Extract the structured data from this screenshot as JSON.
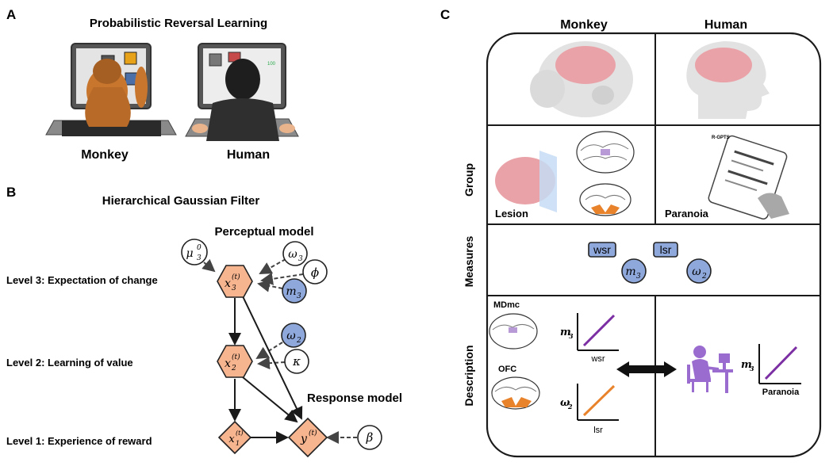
{
  "panels": {
    "a": {
      "letter": "A",
      "title": "Probabilistic Reversal Learning",
      "monkey_label": "Monkey",
      "human_label": "Human",
      "screen_score": "100"
    },
    "b": {
      "letter": "B",
      "title": "Hierarchical Gaussian Filter",
      "perceptual_label": "Perceptual model",
      "response_label": "Response model",
      "level3": "Level 3: Expectation of change",
      "level2": "Level 2: Learning of value",
      "level1": "Level 1: Experience of reward",
      "nodes": {
        "mu_base": "μ",
        "mu_sup": "0",
        "mu_sub": "3",
        "x3_base": "x",
        "x3_sup": "(t)",
        "x3_sub": "3",
        "x2_base": "x",
        "x2_sup": "(t)",
        "x2_sub": "2",
        "x1_base": "x",
        "x1_sup": "(t)",
        "x1_sub": "1",
        "y_base": "y",
        "y_sup": "(t)",
        "omega3_base": "ω",
        "omega3_sub": "3",
        "phi": "ϕ",
        "m3_base": "m",
        "m3_sub": "3",
        "omega2_base": "ω",
        "omega2_sub": "2",
        "kappa": "κ",
        "beta": "β"
      }
    },
    "c": {
      "letter": "C",
      "col_monkey": "Monkey",
      "col_human": "Human",
      "row_group": "Group",
      "row_measures": "Measures",
      "row_description": "Description",
      "lesion": "Lesion",
      "paranoia": "Paranoia",
      "rgpts": "R-GPTS",
      "wsr": "wsr",
      "lsr": "lsr",
      "m3_base": "m",
      "m3_sub": "3",
      "omega2_base": "ω",
      "omega2_sub": "2",
      "mdmc": "MDmc",
      "ofc": "OFC",
      "plot1_y_base": "m",
      "plot1_y_sub": "3",
      "plot1_x": "wsr",
      "plot2_y_base": "ω",
      "plot2_y_sub": "2",
      "plot2_x": "lsr",
      "plot3_y_base": "m",
      "plot3_y_sub": "3",
      "plot3_x": "Paranoia"
    }
  },
  "colors": {
    "orange_node": "#f6b48f",
    "blue_node": "#8fa8dc",
    "purple": "#7b2fa3",
    "orange_line": "#e8822b",
    "brain_pink": "#e9a3a8",
    "lesion_blue": "#c6dcf5"
  }
}
